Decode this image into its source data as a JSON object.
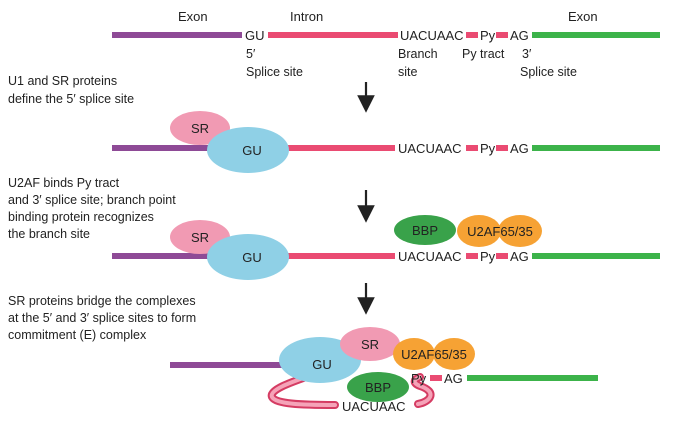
{
  "colors": {
    "exon5": "#8e4a96",
    "intron": "#ea4b72",
    "exon3": "#3cb34a",
    "sr": "#f19ab3",
    "u1": "#8fd0e6",
    "bbp": "#39a24a",
    "u2af": "#f6a234",
    "arrow": "#222222"
  },
  "top": {
    "exon_left": "Exon",
    "intron": "Intron",
    "exon_right": "Exon",
    "gu": "GU",
    "five_prime_1": "5′",
    "five_prime_2": "Splice site",
    "branch_seq": "UACUAAC",
    "branch_1": "Branch",
    "branch_2": "site",
    "py": "Py",
    "py_label": "Py tract",
    "ag": "AG",
    "three_prime_1": "3′",
    "three_prime_2": "Splice site"
  },
  "step1": {
    "note_lines": [
      "U1 and SR proteins",
      "define the 5′ splice site"
    ],
    "sr": "SR",
    "gu": "GU",
    "branch_seq": "UACUAAC",
    "py": "Py",
    "ag": "AG"
  },
  "step2": {
    "note_lines": [
      "U2AF binds Py tract",
      "and 3′ splice site; branch point",
      "binding protein recognizes",
      "the branch site"
    ],
    "sr": "SR",
    "gu": "GU",
    "bbp": "BBP",
    "u2af": "U2AF65/35",
    "branch_seq": "UACUAAC",
    "py": "Py",
    "ag": "AG"
  },
  "step3": {
    "note_lines": [
      "SR proteins bridge the complexes",
      "at the 5′ and 3′ splice sites to form",
      "commitment (E) complex"
    ],
    "gu": "GU",
    "sr": "SR",
    "u2af": "U2AF65/35",
    "bbp": "BBP",
    "py": "Py",
    "ag": "AG",
    "branch_seq": "UACUAAC"
  }
}
